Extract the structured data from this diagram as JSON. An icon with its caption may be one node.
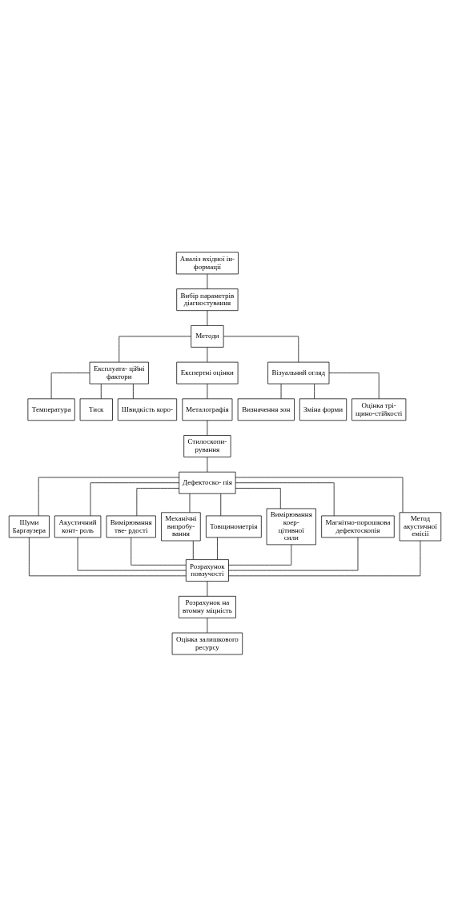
{
  "diagram": {
    "nodes": [
      {
        "text": [
          "Аналіз вхідної ін- формації"
        ]
      },
      {
        "text": [
          "Вибір параметрів діагностування"
        ]
      },
      {
        "text": [
          "Методи"
        ]
      },
      {
        "text": [
          "Експлуата- ційні фактори"
        ]
      },
      {
        "text": [
          "Експертні оцінки"
        ]
      },
      {
        "text": [
          "Візуальний огляд"
        ]
      },
      {
        "text": [
          "Температура"
        ]
      },
      {
        "text": [
          "Тиск"
        ]
      },
      {
        "text": [
          "Швидкість коро-"
        ]
      },
      {
        "text": [
          "Металографія"
        ]
      },
      {
        "text": [
          "Стилоскопи- рування"
        ]
      },
      {
        "text": [
          "Дефектоско- пія"
        ]
      },
      {
        "text": [
          "Визначення зон"
        ]
      },
      {
        "text": [
          "Зміна форми"
        ]
      },
      {
        "text": [
          "Оцінка трі- щино-стійкості"
        ]
      },
      {
        "text": [
          "Шуми Баргаузера"
        ]
      },
      {
        "text": [
          "Акустичний конт- роль"
        ]
      },
      {
        "text": [
          "Вимірювання тве- рдості"
        ]
      },
      {
        "text": [
          "Механічні випробу- вання"
        ]
      },
      {
        "text": [
          "Товщинометрія"
        ]
      },
      {
        "text": [
          "Вимірювання коер- цітивної сили"
        ]
      },
      {
        "text": [
          "Магнітно-порошкова дефектоскопія"
        ]
      },
      {
        "text": [
          "Метод акустичної емісії"
        ]
      },
      {
        "text": [
          "Розрахунок повзучості"
        ]
      },
      {
        "text": [
          "Розрахунок на втомну міцність"
        ]
      },
      {
        "text": [
          "Оцінка залишкового ресурсу"
        ]
      }
    ],
    "edges": [
      {
        "from": 0,
        "to": 1,
        "arrow": "none"
      },
      {
        "from": 1,
        "to": 2,
        "arrow": "none"
      },
      {
        "from": 2,
        "to": 3,
        "arrow": "none"
      },
      {
        "from": 2,
        "to": 4,
        "arrow": "none"
      },
      {
        "from": 2,
        "to": 5,
        "arrow": "none"
      },
      {
        "from": 3,
        "to": 6,
        "arrow": "none"
      },
      {
        "from": 3,
        "to": 7,
        "arrow": "none"
      },
      {
        "from": 3,
        "to": 8,
        "arrow": "none"
      },
      {
        "from": 4,
        "to": 9,
        "arrow": "none"
      },
      {
        "from": 9,
        "to": 10,
        "arrow": "none"
      },
      {
        "from": 10,
        "to": 11,
        "arrow": "none"
      },
      {
        "from": 5,
        "to": 12,
        "arrow": "none"
      },
      {
        "from": 5,
        "to": 13,
        "arrow": "none"
      },
      {
        "from": 5,
        "to": 14,
        "arrow": "none"
      },
      {
        "from": 11,
        "to": 15,
        "arrow": "none"
      },
      {
        "from": 11,
        "to": 16,
        "arrow": "none"
      },
      {
        "from": 11,
        "to": 17,
        "arrow": "none"
      },
      {
        "from": 11,
        "to": 18,
        "arrow": "none"
      },
      {
        "from": 11,
        "to": 19,
        "arrow": "none"
      },
      {
        "from": 11,
        "to": 20,
        "arrow": "none"
      },
      {
        "from": 11,
        "to": 21,
        "arrow": "none"
      },
      {
        "from": 11,
        "to": 22,
        "arrow": "none"
      },
      {
        "from": 15,
        "to": 23,
        "arrow": "none"
      },
      {
        "from": 16,
        "to": 23,
        "arrow": "none"
      },
      {
        "from": 17,
        "to": 23,
        "arrow": "none"
      },
      {
        "from": 18,
        "to": 23,
        "arrow": "none"
      },
      {
        "from": 19,
        "to": 23,
        "arrow": "none"
      },
      {
        "from": 20,
        "to": 23,
        "arrow": "none"
      },
      {
        "from": 21,
        "to": 23,
        "arrow": "none"
      },
      {
        "from": 22,
        "to": 23,
        "arrow": "none"
      },
      {
        "from": 23,
        "to": 24,
        "arrow": "none"
      },
      {
        "from": 24,
        "to": 25,
        "arrow": "none"
      }
    ]
  }
}
